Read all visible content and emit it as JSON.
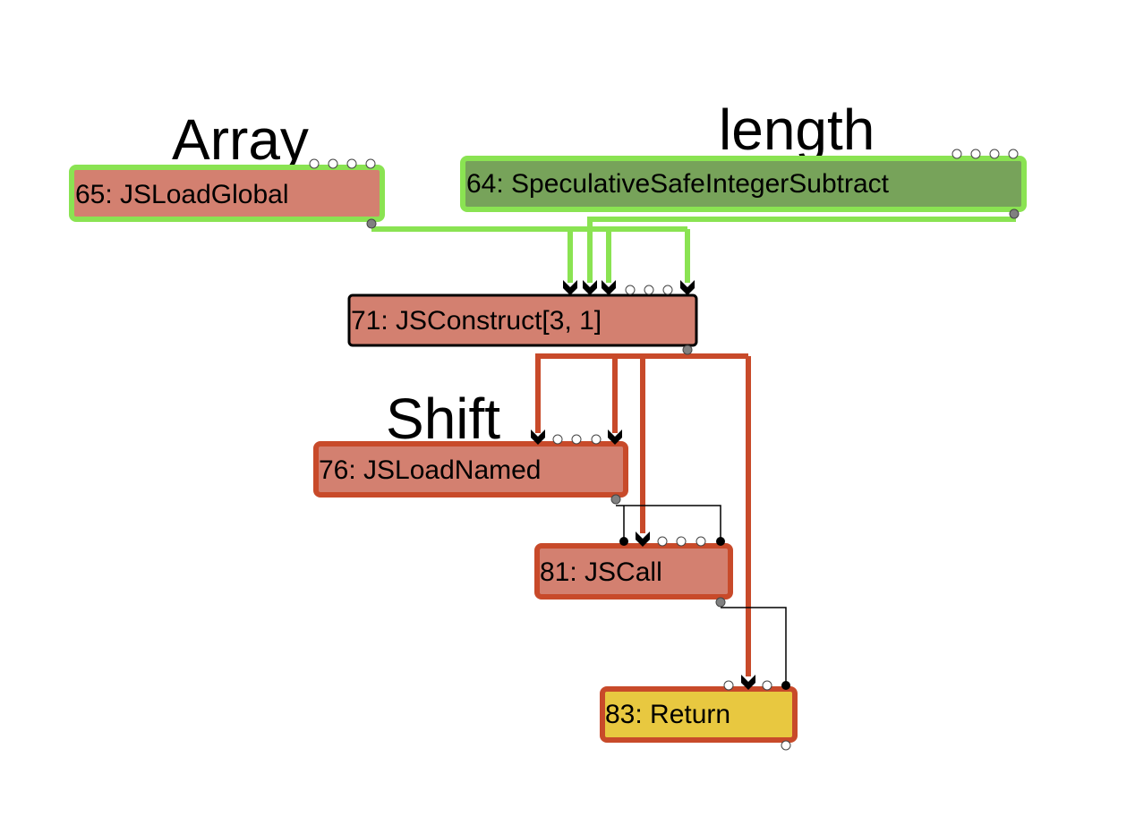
{
  "colors": {
    "js_node_fill": "#d38070",
    "pure_node_fill": "#77a35a",
    "return_node_fill": "#e8c840",
    "highlight_green": "#8ae352",
    "highlight_red": "#c84a2a",
    "control_edge": "#000000",
    "output_port": "#808080"
  },
  "annotations": {
    "array": "Array",
    "length": "length",
    "shift": "Shift"
  },
  "nodes": [
    {
      "id": "65",
      "label": "65: JSLoadGlobal",
      "kind": "js",
      "highlight": "green",
      "input_count": 4
    },
    {
      "id": "64",
      "label": "64: SpeculativeSafeIntegerSubtract",
      "kind": "pure",
      "highlight": "green",
      "input_count": 4
    },
    {
      "id": "71",
      "label": "71: JSConstruct[3, 1]",
      "kind": "js",
      "highlight": "none",
      "input_count": 7
    },
    {
      "id": "76",
      "label": "76: JSLoadNamed",
      "kind": "js",
      "highlight": "red",
      "input_count": 5
    },
    {
      "id": "81",
      "label": "81: JSCall",
      "kind": "js",
      "highlight": "red",
      "input_count": 6
    },
    {
      "id": "83",
      "label": "83: Return",
      "kind": "control",
      "highlight": "red",
      "input_count": 4
    }
  ],
  "edges": [
    {
      "from": "65",
      "to": "71",
      "input": 0,
      "type": "value",
      "highlight": "green"
    },
    {
      "from": "64",
      "to": "71",
      "input": 1,
      "type": "value",
      "highlight": "green"
    },
    {
      "from": "65",
      "to": "71",
      "input": 2,
      "type": "value",
      "highlight": "green"
    },
    {
      "from": "65",
      "to": "71",
      "input": 6,
      "type": "value",
      "highlight": "green"
    },
    {
      "from": "71",
      "to": "76",
      "input": 0,
      "type": "value",
      "highlight": "red"
    },
    {
      "from": "71",
      "to": "76",
      "input": 4,
      "type": "value",
      "highlight": "red"
    },
    {
      "from": "71",
      "to": "81",
      "input": 1,
      "type": "value",
      "highlight": "red"
    },
    {
      "from": "71",
      "to": "83",
      "input": 1,
      "type": "value",
      "highlight": "red"
    },
    {
      "from": "76",
      "to": "81",
      "input": 0,
      "type": "effect",
      "highlight": "none"
    },
    {
      "from": "76",
      "to": "81",
      "input": 5,
      "type": "effect",
      "highlight": "none"
    },
    {
      "from": "81",
      "to": "83",
      "input": 3,
      "type": "effect",
      "highlight": "none"
    }
  ]
}
